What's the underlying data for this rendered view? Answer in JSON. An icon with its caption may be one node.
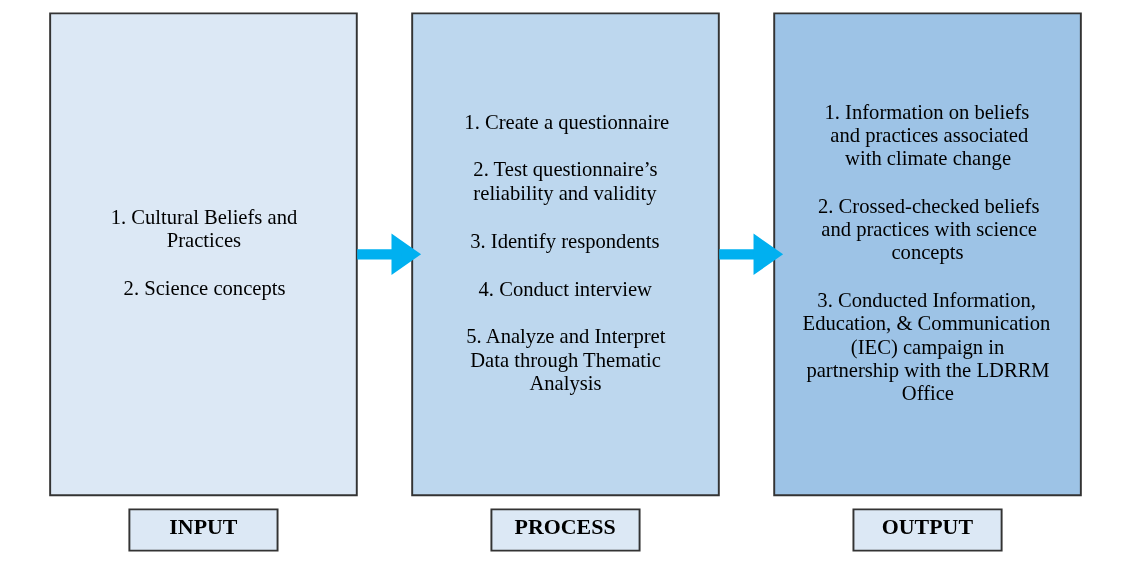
{
  "diagram": {
    "nodes": [
      {
        "text": [
          "INPUT"
        ]
      },
      {
        "text": [
          "1. Cultural Beliefs and Practices",
          "2. Science concepts"
        ]
      },
      {
        "text": [
          "PROCESS"
        ]
      },
      {
        "text": [
          "1. Create a questionnaire",
          "2. Test questionnaire’s reliability and validity",
          "3. Identify respondents",
          "4. Conduct interview",
          "5. Analyze and Interpret Data through Thematic Analysis"
        ]
      },
      {
        "text": [
          "OUTPUT"
        ]
      },
      {
        "text": [
          "1. Information on beliefs and practices associated with climate change",
          "2. Crossed-checked beliefs and practices with science concepts",
          "3. Conducted Information, Education, & Communication (IEC) campaign in partnership with the LDRRM Office"
        ]
      }
    ],
    "edges": [
      {
        "from": 1,
        "to": 3,
        "arrow": "to",
        "color": "#00b0f0"
      },
      {
        "from": 3,
        "to": 5,
        "arrow": "to",
        "color": "#00b0f0"
      }
    ]
  }
}
